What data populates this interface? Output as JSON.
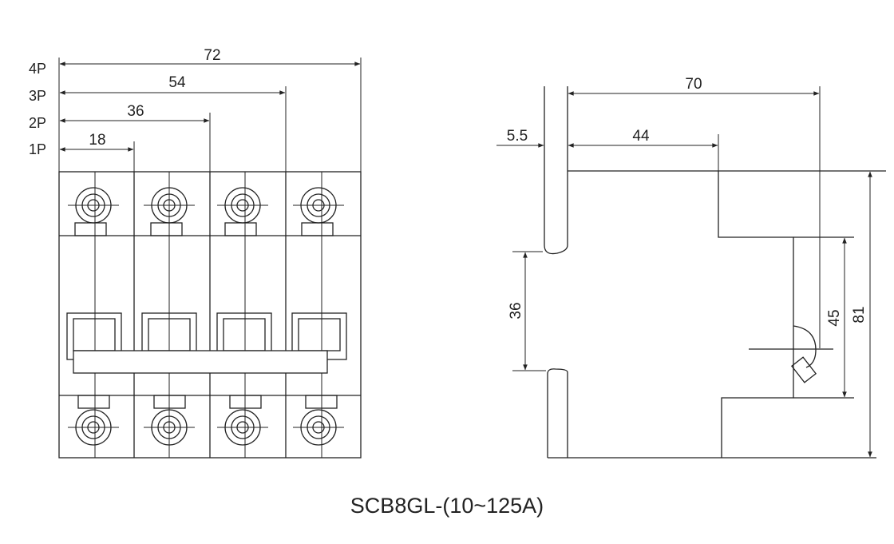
{
  "caption": "SCB8GL-(10~125A)",
  "front_view": {
    "pole_labels": [
      "4P",
      "3P",
      "2P",
      "1P"
    ],
    "width_dimensions": [
      "72",
      "54",
      "36",
      "18"
    ]
  },
  "side_view": {
    "dimensions": {
      "overall_depth": "70",
      "rail_offset": "5.5",
      "front_depth": "44",
      "rail_height": "36",
      "front_height": "45",
      "overall_height": "81"
    }
  }
}
